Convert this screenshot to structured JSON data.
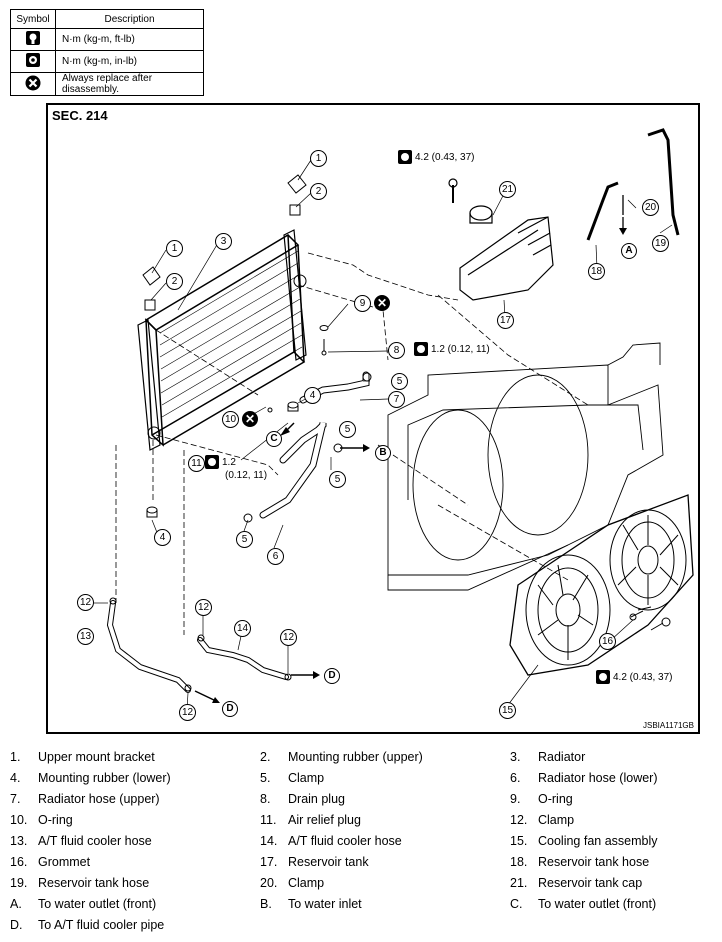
{
  "legend": {
    "headers": {
      "symbol": "Symbol",
      "description": "Description"
    },
    "rows": [
      {
        "icon": "torque-wrench-icon",
        "text": "N·m (kg-m, ft-lb)"
      },
      {
        "icon": "torque-wrench-small-icon",
        "text": "N·m (kg-m, in-lb)"
      },
      {
        "icon": "replace-cross-icon",
        "text": "Always replace after disassembly."
      }
    ]
  },
  "diagram": {
    "section": "SEC. 214",
    "code": "JSBIA1171GB",
    "callouts": {
      "c1a": "1",
      "c2a": "2",
      "c3": "3",
      "c1b": "1",
      "c2b": "2",
      "c9": "9",
      "c8": "8",
      "c5a": "5",
      "c4a": "4",
      "c7": "7",
      "c10": "10",
      "c11": "11",
      "c5b": "5",
      "c5c": "5",
      "c5d": "5",
      "c6": "6",
      "c4b": "4",
      "c21": "21",
      "c20": "20",
      "c19": "19",
      "c18": "18",
      "c17": "17",
      "c12a": "12",
      "c13": "13",
      "c12b": "12",
      "c14": "14",
      "c12c": "12",
      "c12d": "12",
      "c15": "15",
      "c16": "16"
    },
    "letters": {
      "la": "A",
      "lb": "B",
      "lc": "C",
      "ld1": "D",
      "ld2": "D"
    },
    "torques": {
      "t_top": "4.2 (0.43, 37)",
      "t_drain": "1.2 (0.12, 11)",
      "t_air_a": "1.2",
      "t_air_b": "(0.12, 11)",
      "t_fan": "4.2 (0.43, 37)"
    }
  },
  "parts": [
    {
      "num": "1.",
      "name": "Upper mount bracket"
    },
    {
      "num": "2.",
      "name": "Mounting rubber (upper)"
    },
    {
      "num": "3.",
      "name": "Radiator"
    },
    {
      "num": "4.",
      "name": "Mounting rubber (lower)"
    },
    {
      "num": "5.",
      "name": "Clamp"
    },
    {
      "num": "6.",
      "name": "Radiator hose (lower)"
    },
    {
      "num": "7.",
      "name": "Radiator hose (upper)"
    },
    {
      "num": "8.",
      "name": "Drain plug"
    },
    {
      "num": "9.",
      "name": "O-ring"
    },
    {
      "num": "10.",
      "name": "O-ring"
    },
    {
      "num": "11.",
      "name": "Air relief plug"
    },
    {
      "num": "12.",
      "name": "Clamp"
    },
    {
      "num": "13.",
      "name": "A/T fluid cooler hose"
    },
    {
      "num": "14.",
      "name": "A/T fluid cooler hose"
    },
    {
      "num": "15.",
      "name": "Cooling fan assembly"
    },
    {
      "num": "16.",
      "name": "Grommet"
    },
    {
      "num": "17.",
      "name": "Reservoir tank"
    },
    {
      "num": "18.",
      "name": "Reservoir tank hose"
    },
    {
      "num": "19.",
      "name": "Reservoir tank hose"
    },
    {
      "num": "20.",
      "name": "Clamp"
    },
    {
      "num": "21.",
      "name": "Reservoir tank cap"
    },
    {
      "num": "A.",
      "name": "To water outlet (front)"
    },
    {
      "num": "B.",
      "name": "To water inlet"
    },
    {
      "num": "C.",
      "name": "To water outlet (front)"
    },
    {
      "num": "D.",
      "name": "To A/T fluid cooler pipe"
    }
  ]
}
